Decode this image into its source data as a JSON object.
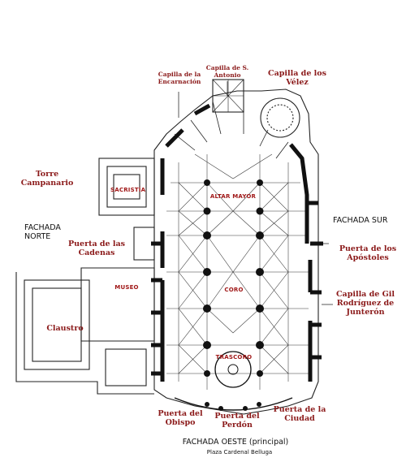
{
  "chapels_top": {
    "encarnacion": "Capilla de la Encarnación",
    "san_antonio": "Capilla de S. Antonio",
    "velez": "Capilla de los Vélez"
  },
  "left": {
    "torre": "Torre Campanario",
    "fachada_norte": "FACHADA NORTE",
    "puerta_cadenas": "Puerta de las Cadenas",
    "claustro": "Claustro"
  },
  "right": {
    "fachada_sur": "FACHADA SUR",
    "puerta_apostoles": "Puerta de los Apóstoles",
    "capilla_junteron": "Capilla de Gil Rodríguez de Junterón"
  },
  "inside": {
    "sacristia": "SACRISTÍA",
    "altar_mayor": "ALTAR MAYOR",
    "museo": "MUSEO",
    "coro": "CORO",
    "trascoro": "TRASCORO"
  },
  "bottom": {
    "puerta_obispo": "Puerta del Obispo",
    "puerta_perdon": "Puerta del Perdón",
    "puerta_ciudad": "Puerta de la Ciudad",
    "fachada_oeste": "FACHADA OESTE  (principal)",
    "plaza": "Plaza Cardenal Belluga"
  }
}
